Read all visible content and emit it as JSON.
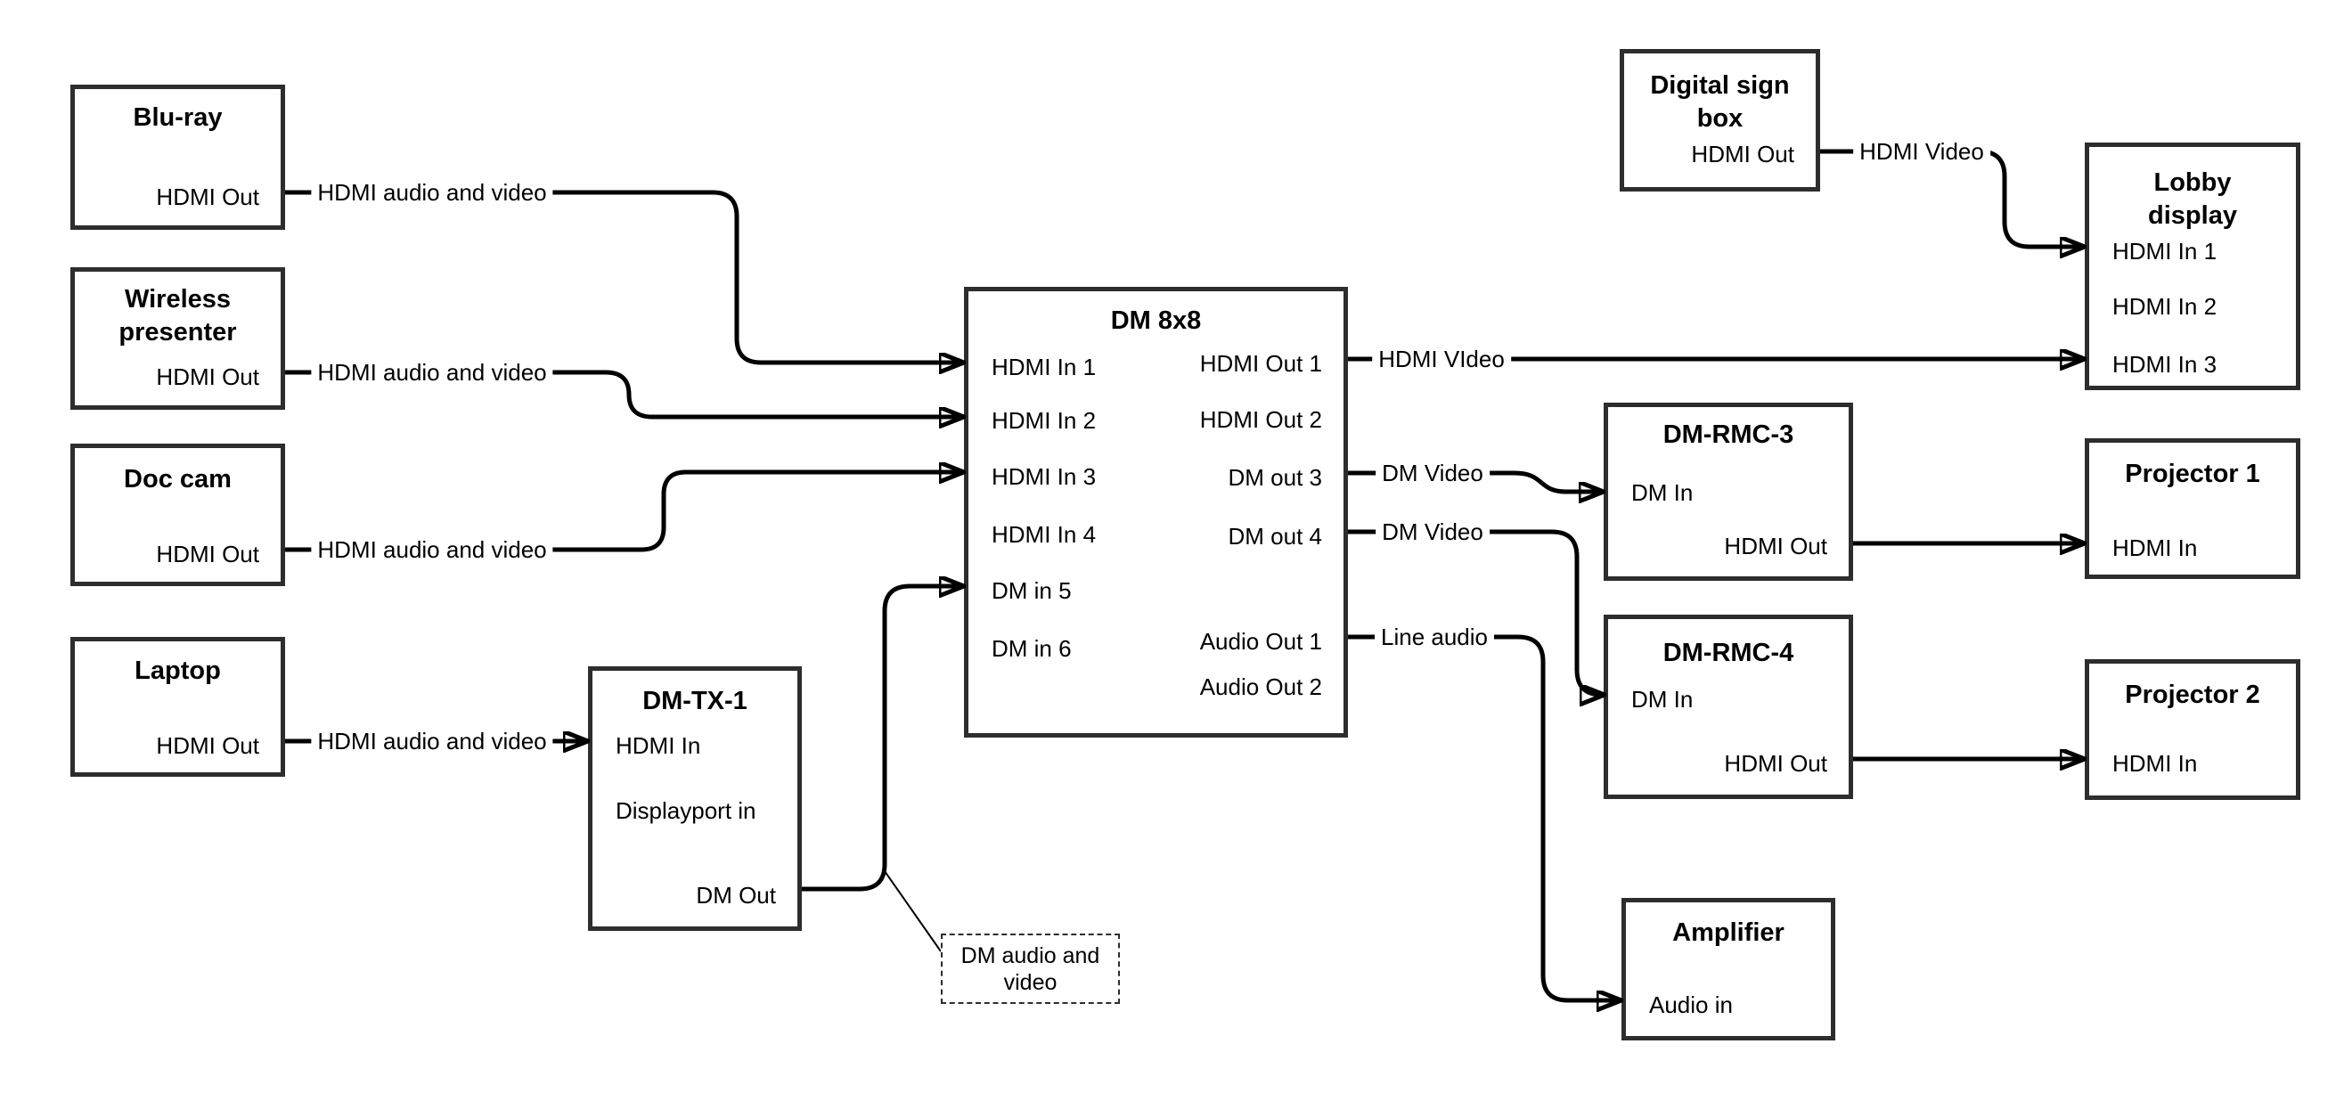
{
  "diagram": {
    "background_color": "#ffffff",
    "line_color": "#000000",
    "box_border_color": "#2d2d2d"
  },
  "nodes": {
    "bluray": {
      "title": "Blu-ray",
      "ports": [
        "HDMI Out"
      ]
    },
    "wireless_presenter": {
      "title": "Wireless\npresenter",
      "ports": [
        "HDMI Out"
      ]
    },
    "doc_cam": {
      "title": "Doc cam",
      "ports": [
        "HDMI Out"
      ]
    },
    "laptop": {
      "title": "Laptop",
      "ports": [
        "HDMI Out"
      ]
    },
    "dm_tx_1": {
      "title": "DM-TX-1",
      "ports": [
        "HDMI In",
        "Displayport in",
        "DM Out"
      ]
    },
    "dm_8x8": {
      "title": "DM 8x8",
      "in_ports": [
        "HDMI In 1",
        "HDMI In 2",
        "HDMI In 3",
        "HDMI In 4",
        "DM in 5",
        "DM in 6"
      ],
      "out_ports": [
        "HDMI Out 1",
        "HDMI Out 2",
        "DM out 3",
        "DM out 4",
        "Audio Out 1",
        "Audio Out 2"
      ]
    },
    "digital_sign_box": {
      "title": "Digital sign\nbox",
      "ports": [
        "HDMI Out"
      ]
    },
    "lobby_display": {
      "title": "Lobby\ndisplay",
      "ports": [
        "HDMI In 1",
        "HDMI In 2",
        "HDMI In 3"
      ]
    },
    "dm_rmc_3": {
      "title": "DM-RMC-3",
      "ports": [
        "DM In",
        "HDMI Out"
      ]
    },
    "dm_rmc_4": {
      "title": "DM-RMC-4",
      "ports": [
        "DM In",
        "HDMI Out"
      ]
    },
    "projector_1": {
      "title": "Projector 1",
      "ports": [
        "HDMI In"
      ]
    },
    "projector_2": {
      "title": "Projector 2",
      "ports": [
        "HDMI In"
      ]
    },
    "amplifier": {
      "title": "Amplifier",
      "ports": [
        "Audio in"
      ]
    }
  },
  "connection_labels": {
    "bluray_to_dm8x8": "HDMI audio and video",
    "wireless_to_dm8x8": "HDMI audio and video",
    "doccam_to_dm8x8": "HDMI audio and video",
    "laptop_to_dmtx1": "HDMI audio and video",
    "digitalsign_to_lobby": "HDMI Video",
    "hdmiout1_to_lobby": "HDMI VIdeo",
    "dmout3_to_rmc3": "DM Video",
    "dmout4_to_rmc4": "DM Video",
    "audioout1_to_amplifier": "Line audio"
  },
  "note": {
    "text": "DM audio and\nvideo"
  }
}
